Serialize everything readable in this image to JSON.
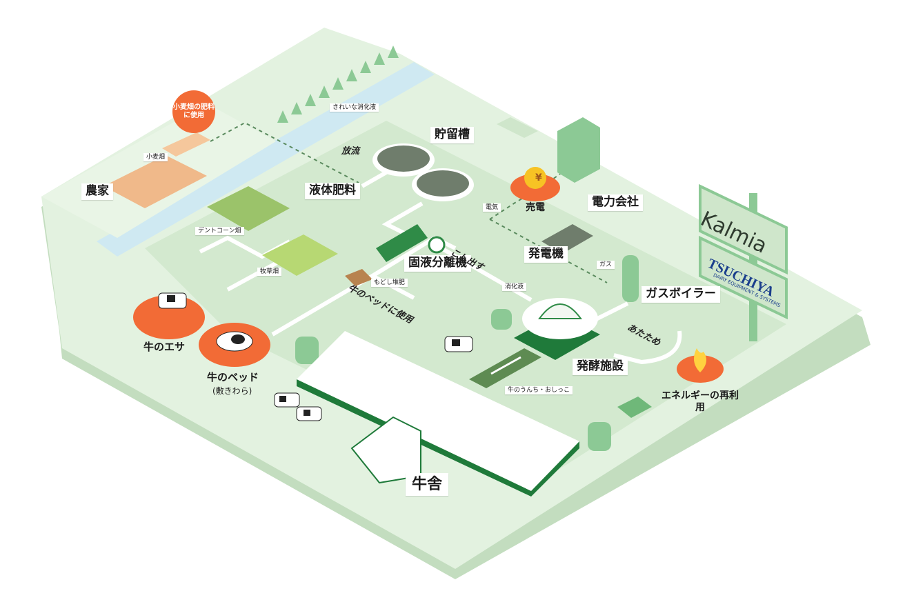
{
  "labels": {
    "farmer": "農家",
    "wheat_field": "小麦畑",
    "wheat_fertilizer": "小麦畑の肥料に使用",
    "clean_liquid": "きれいな消化液",
    "discharge": "放流",
    "storage_tank": "貯留槽",
    "liquid_fertilizer": "液体肥料",
    "corn_field": "デントコーン畑",
    "pasture": "牧草畑",
    "cow_feed": "牛のエサ",
    "cow_bed": "牛のベッド",
    "cow_bed_sub": "(敷きわら)",
    "cow_bed_use": "牛のベッドに使用",
    "compost": "もどし堆肥",
    "separator": "固液分離機",
    "strain": "こし出す",
    "digestate": "消化液",
    "sell_power": "売電",
    "electricity": "電気",
    "power_company": "電力会社",
    "generator": "発電機",
    "gas": "ガス",
    "gas_boiler": "ガスボイラー",
    "warm": "あたため",
    "fermenter": "発酵施設",
    "manure": "牛のうんち・おしっこ",
    "energy_reuse": "エネルギーの再利用",
    "barn": "牛舎"
  },
  "signs": {
    "kalmia": "Kalmia",
    "tsuchiya": "TSUCHIYA",
    "tsuchiya_sub": "DAIRY EQUIPMENT & SYSTEMS"
  },
  "icons": {
    "yen": "¥",
    "fire": "fire-icon"
  },
  "colors": {
    "ground_light": "#e3f2e0",
    "ground_mid": "#cfe6cb",
    "ground_edge": "#b9d8b5",
    "river": "#cfe9f2",
    "dark_green": "#1f7a3a",
    "accent_orange": "#f26b36",
    "tank_gray": "#6f7d6c",
    "tree_green": "#8cc995"
  }
}
